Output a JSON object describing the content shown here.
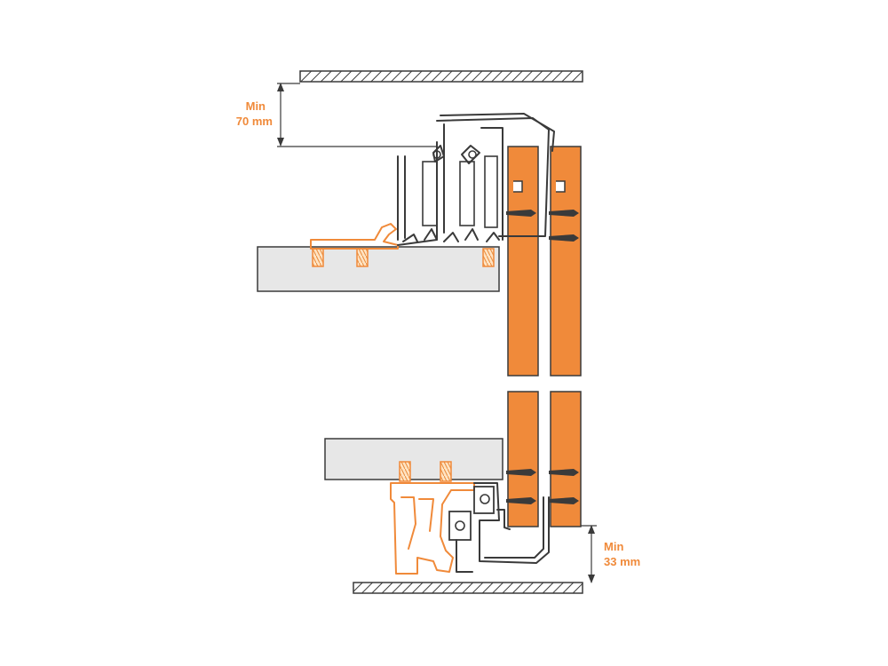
{
  "dimensions": {
    "top": {
      "label_line1": "Min",
      "label_line2": "70 mm"
    },
    "bottom": {
      "label_line1": "Min",
      "label_line2": "33 mm"
    }
  },
  "colors": {
    "accent": "#f08a3a",
    "panel": "#f08a3a",
    "shelf_fill": "#e7e7e7",
    "line": "#3a3a3a",
    "screw_fill": "#ffe3c2"
  }
}
